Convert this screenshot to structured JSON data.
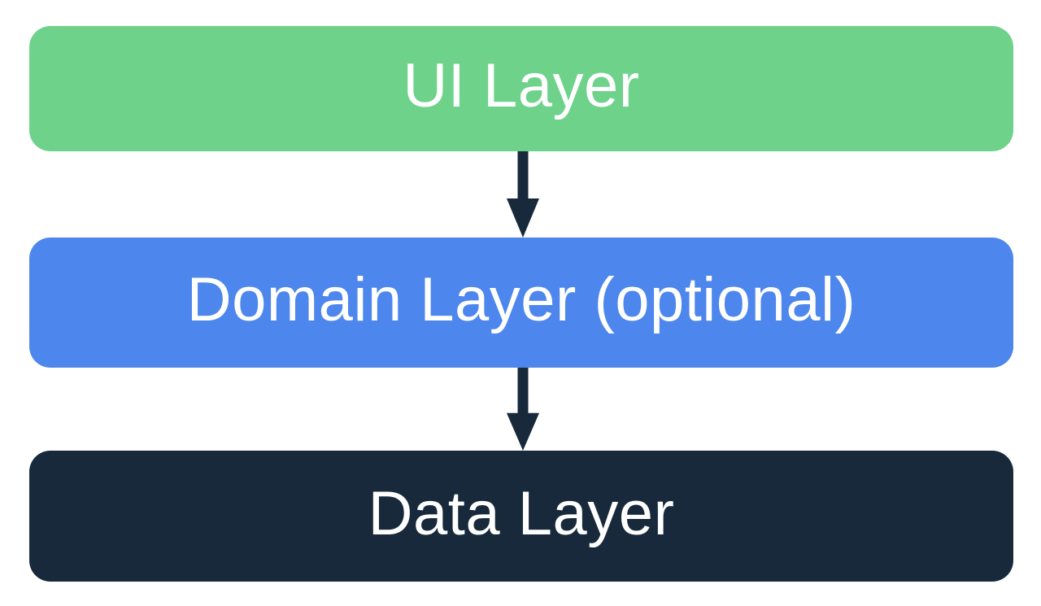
{
  "diagram": {
    "background": "#ffffff",
    "arrow_color": "#17293b",
    "boxes": [
      {
        "id": "ui-layer",
        "label": "UI Layer",
        "bg": "#6ed28b",
        "text_color": "#ffffff"
      },
      {
        "id": "domain-layer",
        "label": "Domain Layer (optional)",
        "bg": "#4d86ec",
        "text_color": "#ffffff"
      },
      {
        "id": "data-layer",
        "label": "Data Layer",
        "bg": "#17293b",
        "text_color": "#ffffff"
      }
    ],
    "arrows": [
      {
        "from": "ui-layer",
        "to": "domain-layer"
      },
      {
        "from": "domain-layer",
        "to": "data-layer"
      }
    ]
  }
}
